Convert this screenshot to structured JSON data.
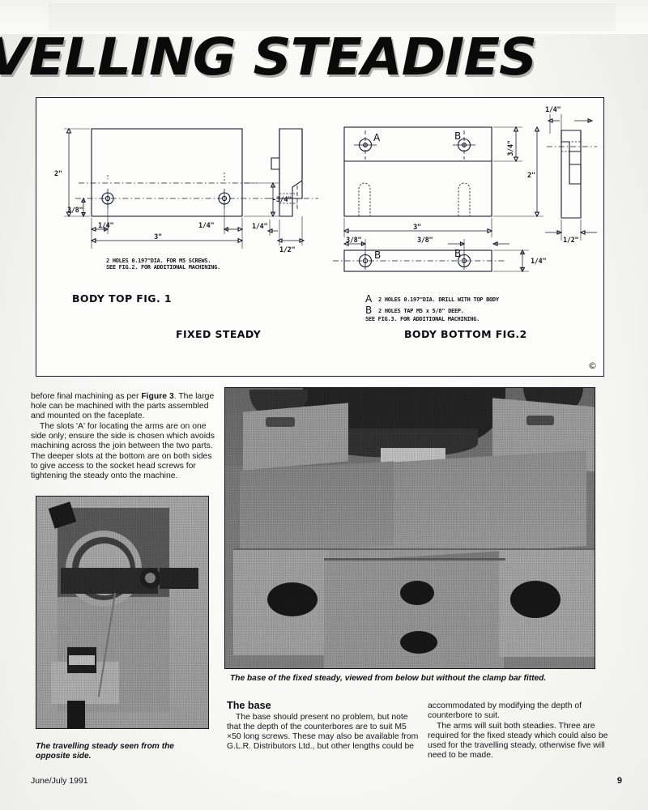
{
  "masthead": {
    "title": "VELLING STEADIES"
  },
  "drawing": {
    "panel_label": "technical-drawing-fig1-fig2",
    "fig1": {
      "caption": "BODY TOP   FIG. 1",
      "note": "2 HOLES 0.197\"DIA. FOR M5 SCREWS.\nSEE FIG.2. FOR ADDITIONAL MACHINING.",
      "note_line1": "2 HOLES 0.197\"DIA. FOR M5 SCREWS.",
      "note_line2": "SEE FIG.2. FOR ADDITIONAL MACHINING.",
      "dims": {
        "height": "2\"",
        "hole_from_bottom": "3/8\"",
        "hole_inset_left": "1/4\"",
        "hole_inset_right": "1/4\"",
        "length": "3\"",
        "hole_from_top": "3/4\"",
        "side_step": "1/4\"",
        "side_thickness": "1/2\""
      }
    },
    "fig2": {
      "caption": "BODY BOTTOM    FIG.2",
      "legend": [
        {
          "key": "A",
          "text": "2 HOLES 0.197\"DIA. DRILL WITH TOP BODY"
        },
        {
          "key": "B",
          "text": "2 HOLES TAP M5 x 5/8\" DEEP."
        }
      ],
      "legend_note": "SEE FIG.3. FOR ADDITIONAL MACHINING.",
      "markers": {
        "top_left": "A",
        "top_right": "B",
        "bottom_left": "B",
        "bottom_right": "B"
      },
      "dims": {
        "hole_from_top": "3/4\"",
        "height": "2\"",
        "length": "3\"",
        "hole_inset_left": "3/8\"",
        "hole_inset_right": "3/8\"",
        "bottom_thickness": "1/4\"",
        "side_step": "1/4\"",
        "side_thickness": "1/2\""
      }
    },
    "assembly_caption": "FIXED STEADY",
    "copyright_mark": "©"
  },
  "article": {
    "left_column": {
      "paragraphs": [
        "before final machining as per Figure 3. The large hole can be machined with the parts assembled and mounted on the faceplate.",
        "The slots 'A' for locating the arms are on one side only; ensure the side is chosen which avoids machining across the join between the two parts. The deeper slots at the bottom are on both sides to give access to the socket head screws for tightening the steady onto the machine."
      ],
      "bold_run": "Figure 3"
    },
    "base_section": {
      "heading": "The base",
      "column_left": "The base should present no problem, but note that the depth of the counterbores are to suit M5 ×50 long screws. These may also be available from G.L.R. Distributors Ltd., but other lengths could be",
      "column_right_p1": "accommodated by modifying the depth of counterbore to suit.",
      "column_right_p2": "The arms will suit both steadies. Three are required for the fixed steady which could also be used for the travelling steady, otherwise five will need to be made."
    }
  },
  "photos": {
    "main": {
      "name": "photo-base-fixed-steady",
      "caption": "The base of the fixed steady, viewed from below but without the clamp bar fitted."
    },
    "left": {
      "name": "photo-travelling-steady",
      "caption": "The travelling steady seen from the opposite side."
    }
  },
  "footer": {
    "issue": "June/July 1991",
    "page_number": "9"
  },
  "colors": {
    "paper": "#fdfdfb",
    "ink": "#15151a",
    "drawing_ink": "#1a1a2e",
    "photo_mid": "#8d8d8d"
  }
}
